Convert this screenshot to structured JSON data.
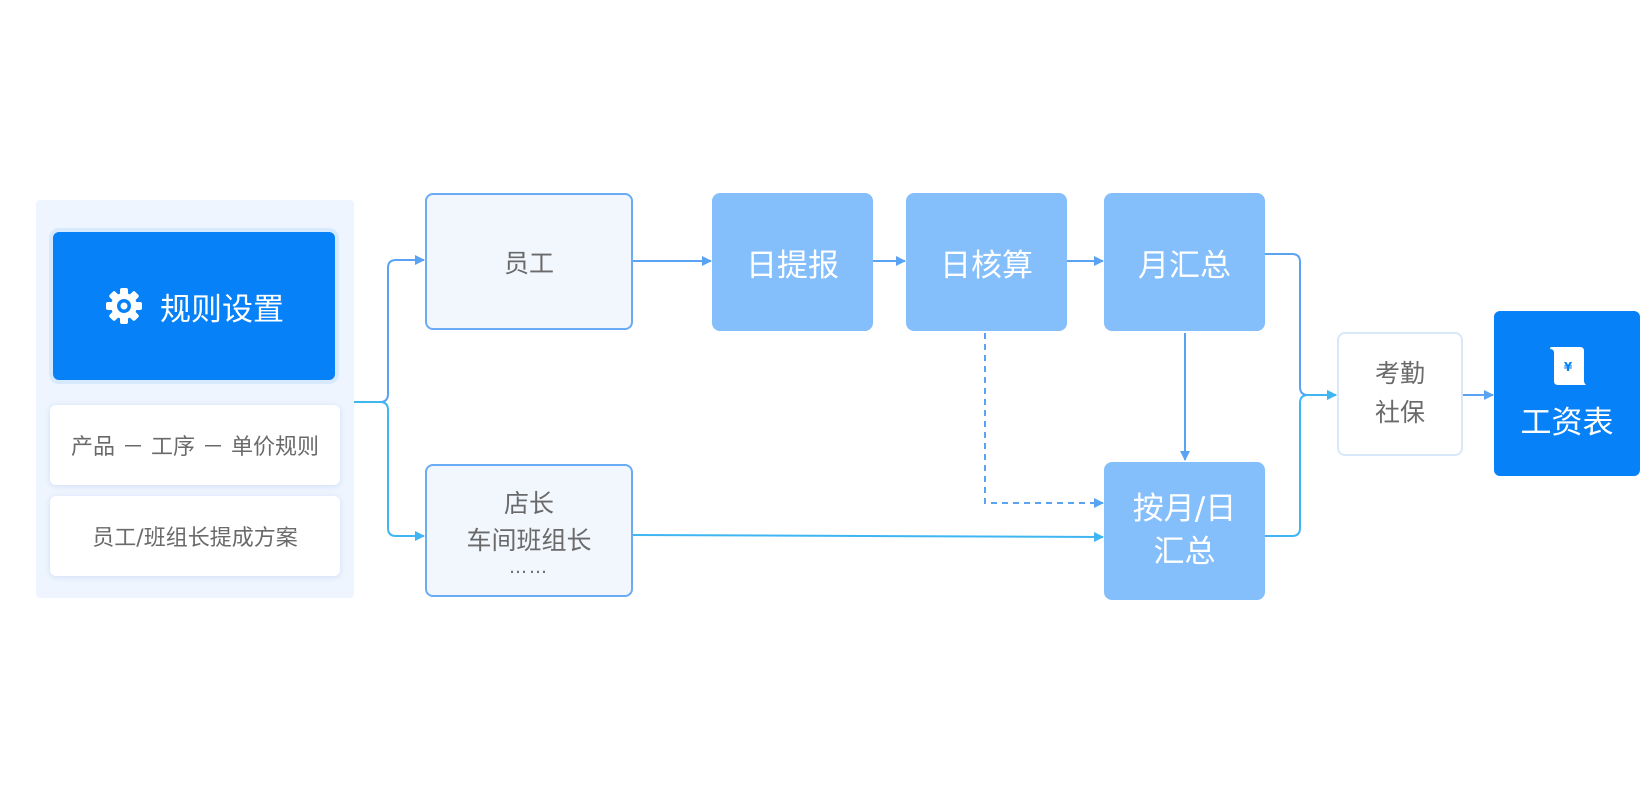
{
  "panel": {
    "rule_button": {
      "label": "规则设置",
      "icon": "gear-icon"
    },
    "items": [
      {
        "label": "产品 － 工序 －  单价规则"
      },
      {
        "label": "员工/班组长提成方案"
      }
    ]
  },
  "nodes": {
    "employee": {
      "label": "员工"
    },
    "managers": {
      "line1": "店长",
      "line2": "车间班组长",
      "line3": "……"
    },
    "daily_report": {
      "label": "日提报"
    },
    "daily_check": {
      "label": "日核算"
    },
    "monthly_summary": {
      "label": "月汇总"
    },
    "by_month_day": {
      "line1": "按月/日",
      "line2": "汇总"
    },
    "attendance": {
      "line1": "考勤",
      "line2": "社保"
    },
    "payroll": {
      "label": "工资表",
      "icon": "payroll-document-icon",
      "icon_symbol": "¥"
    }
  },
  "colors": {
    "primary": "#0781f7",
    "node_fill": "#84bffc",
    "outline": "#6aabf6",
    "connector": "#5aa2f2",
    "connector_cyan": "#3fb6f2"
  }
}
